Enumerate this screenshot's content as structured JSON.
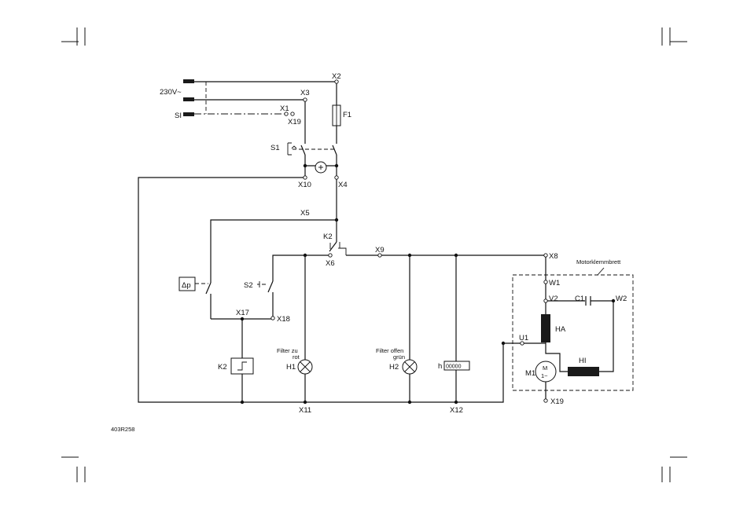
{
  "supply": {
    "voltage": "230V~",
    "safety_input": "SI"
  },
  "terminals": {
    "x1": "X1",
    "x2": "X2",
    "x3": "X3",
    "x4": "X4",
    "x5": "X5",
    "x6": "X6",
    "x8": "X8",
    "x9": "X9",
    "x10": "X10",
    "x11": "X11",
    "x12": "X12",
    "x17": "X17",
    "x18": "X18",
    "x19_top": "X19",
    "x19_motor": "X19"
  },
  "components": {
    "fuse": "F1",
    "main_switch": "S1",
    "switch_s2": "S2",
    "relay_contact": "K2",
    "relay_coil": "K2",
    "pressure_switch": "Δp",
    "lamp_h1": "H1",
    "lamp_h1_caption": [
      "Filter zu",
      "rot"
    ],
    "lamp_h2": "H2",
    "lamp_h2_caption": [
      "Filter offen",
      "grün"
    ],
    "hour_meter": "h",
    "hour_meter_digits": "00000",
    "motor": "M1",
    "motor_symbol": [
      "M",
      "1~"
    ],
    "capacitor": "C1",
    "winding_ha": "HA",
    "winding_hi": "HI"
  },
  "motor_terminal_board": {
    "title": "Motorklemmbrett",
    "w1": "W1",
    "v2": "V2",
    "u1": "U1",
    "w2": "W2"
  },
  "drawing_number": "403R258"
}
